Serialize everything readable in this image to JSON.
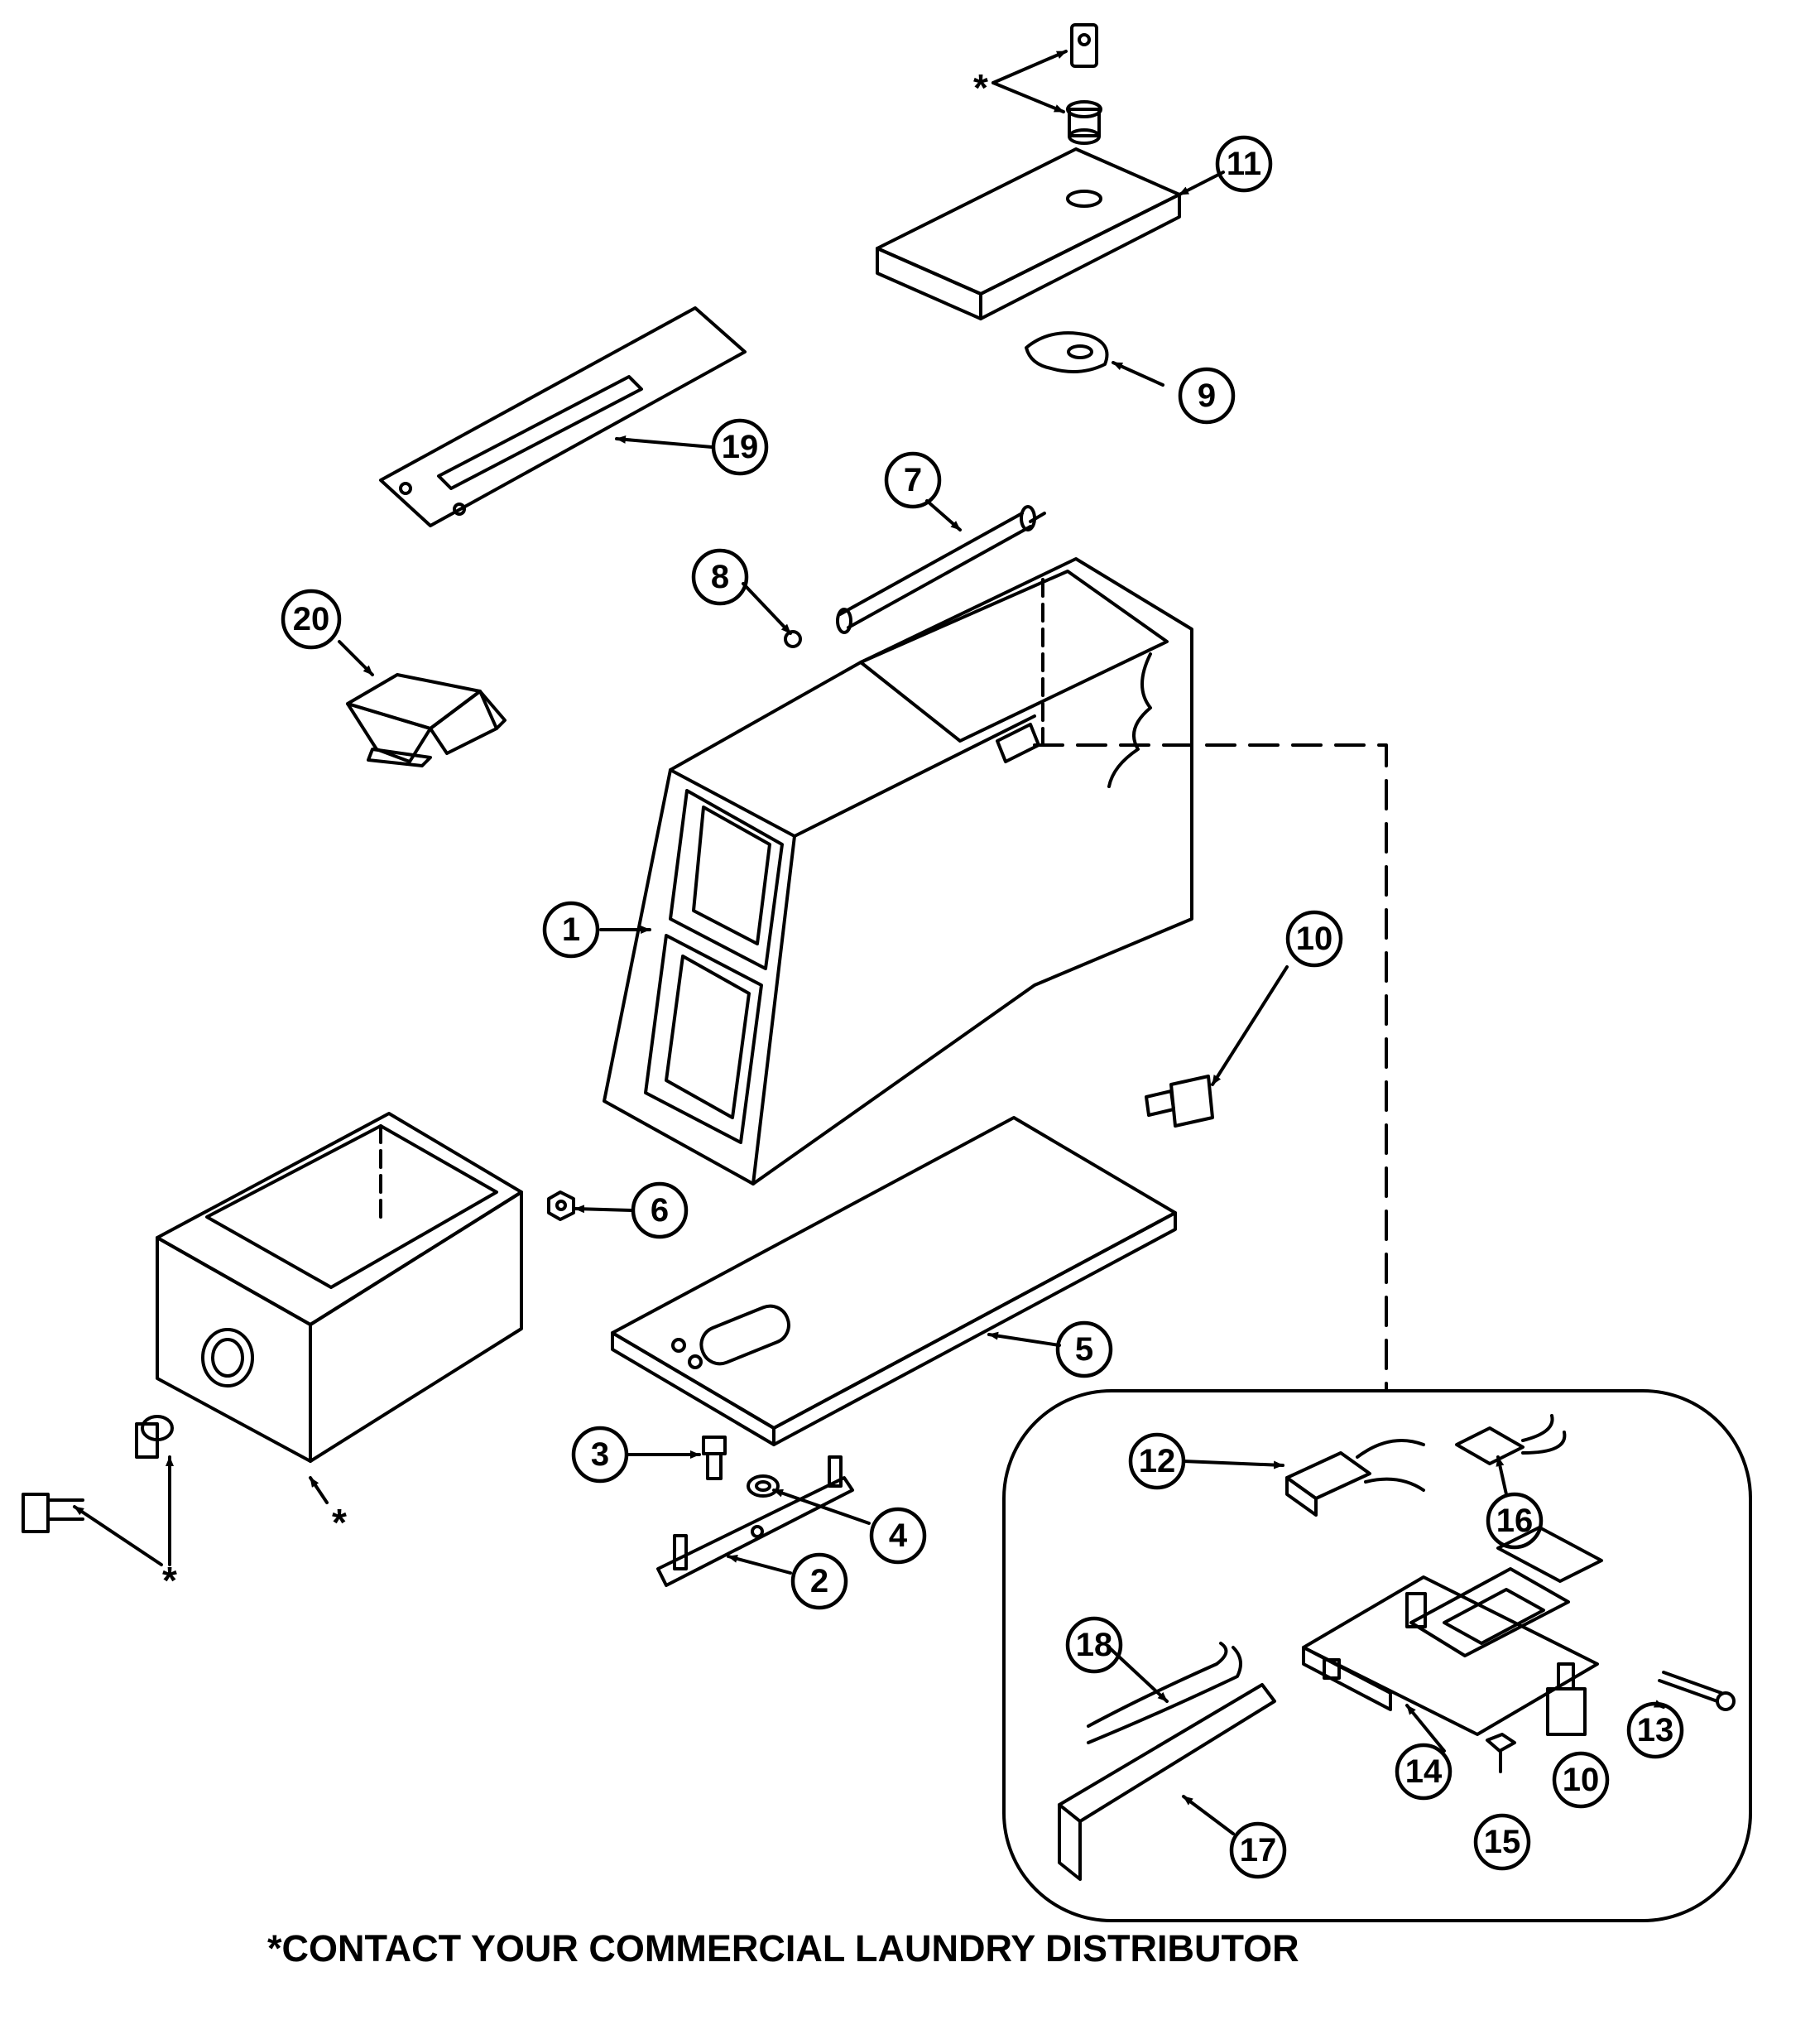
{
  "callouts": {
    "c1": "1",
    "c2": "2",
    "c3": "3",
    "c4": "4",
    "c5": "5",
    "c6": "6",
    "c7": "7",
    "c8": "8",
    "c9": "9",
    "c10": "10",
    "c11": "11",
    "c12": "12",
    "c13": "13",
    "c14": "14",
    "c15": "15",
    "c16": "16",
    "c17": "17",
    "c18": "18",
    "c19": "19",
    "c20": "20",
    "c10b": "10"
  },
  "asterisk": "*",
  "footnote": "*CONTACT YOUR COMMERCIAL LAUNDRY DISTRIBUTOR"
}
